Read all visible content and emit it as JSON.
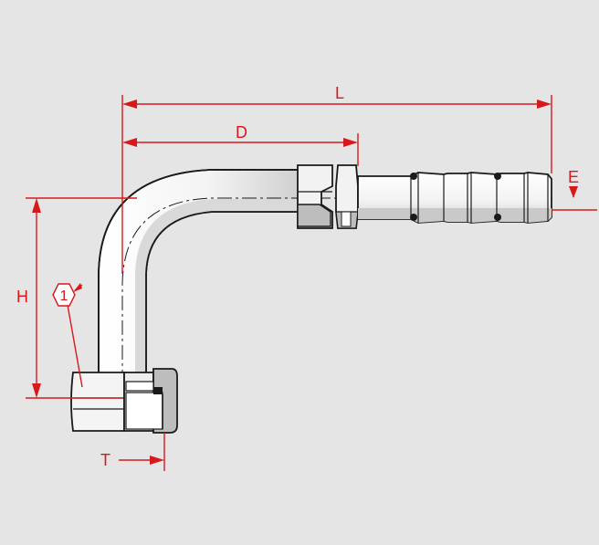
{
  "dimensions": {
    "length": "L",
    "distance": "D",
    "offset": "E",
    "height": "H",
    "thread": "T"
  },
  "marker": {
    "number": "1"
  },
  "colors": {
    "background": "#e5e5e5",
    "dimension_lines": "#d7191c",
    "metal_light": "#f6f6f6",
    "metal_shadow": "#b8b8b8",
    "outline": "#1a1a1a"
  }
}
